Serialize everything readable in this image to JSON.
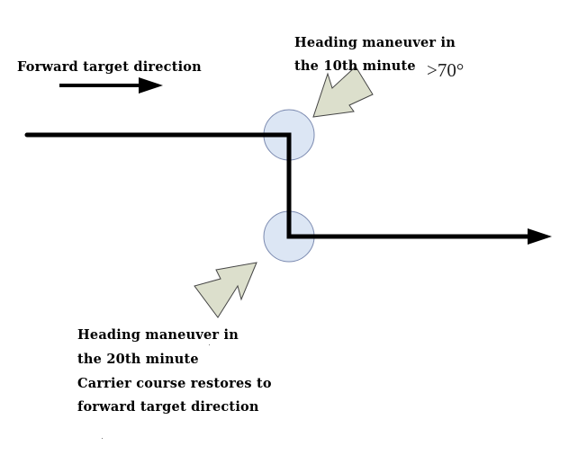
{
  "forward_label": "Forward target direction",
  "maneuver_10": {
    "line1": "Heading maneuver in",
    "line2": "the 10th minute",
    "angle": ">70°"
  },
  "maneuver_20": {
    "line1": "Heading maneuver in",
    "line2": "the 20th minute",
    "line3": "Carrier course restores to",
    "line4": "forward target direction"
  },
  "colors": {
    "path": "#000000",
    "circle_fill": "#dce6f4",
    "circle_stroke": "#7b8ab0",
    "pointer_fill": "#dcdfcc",
    "pointer_stroke": "#444444"
  }
}
